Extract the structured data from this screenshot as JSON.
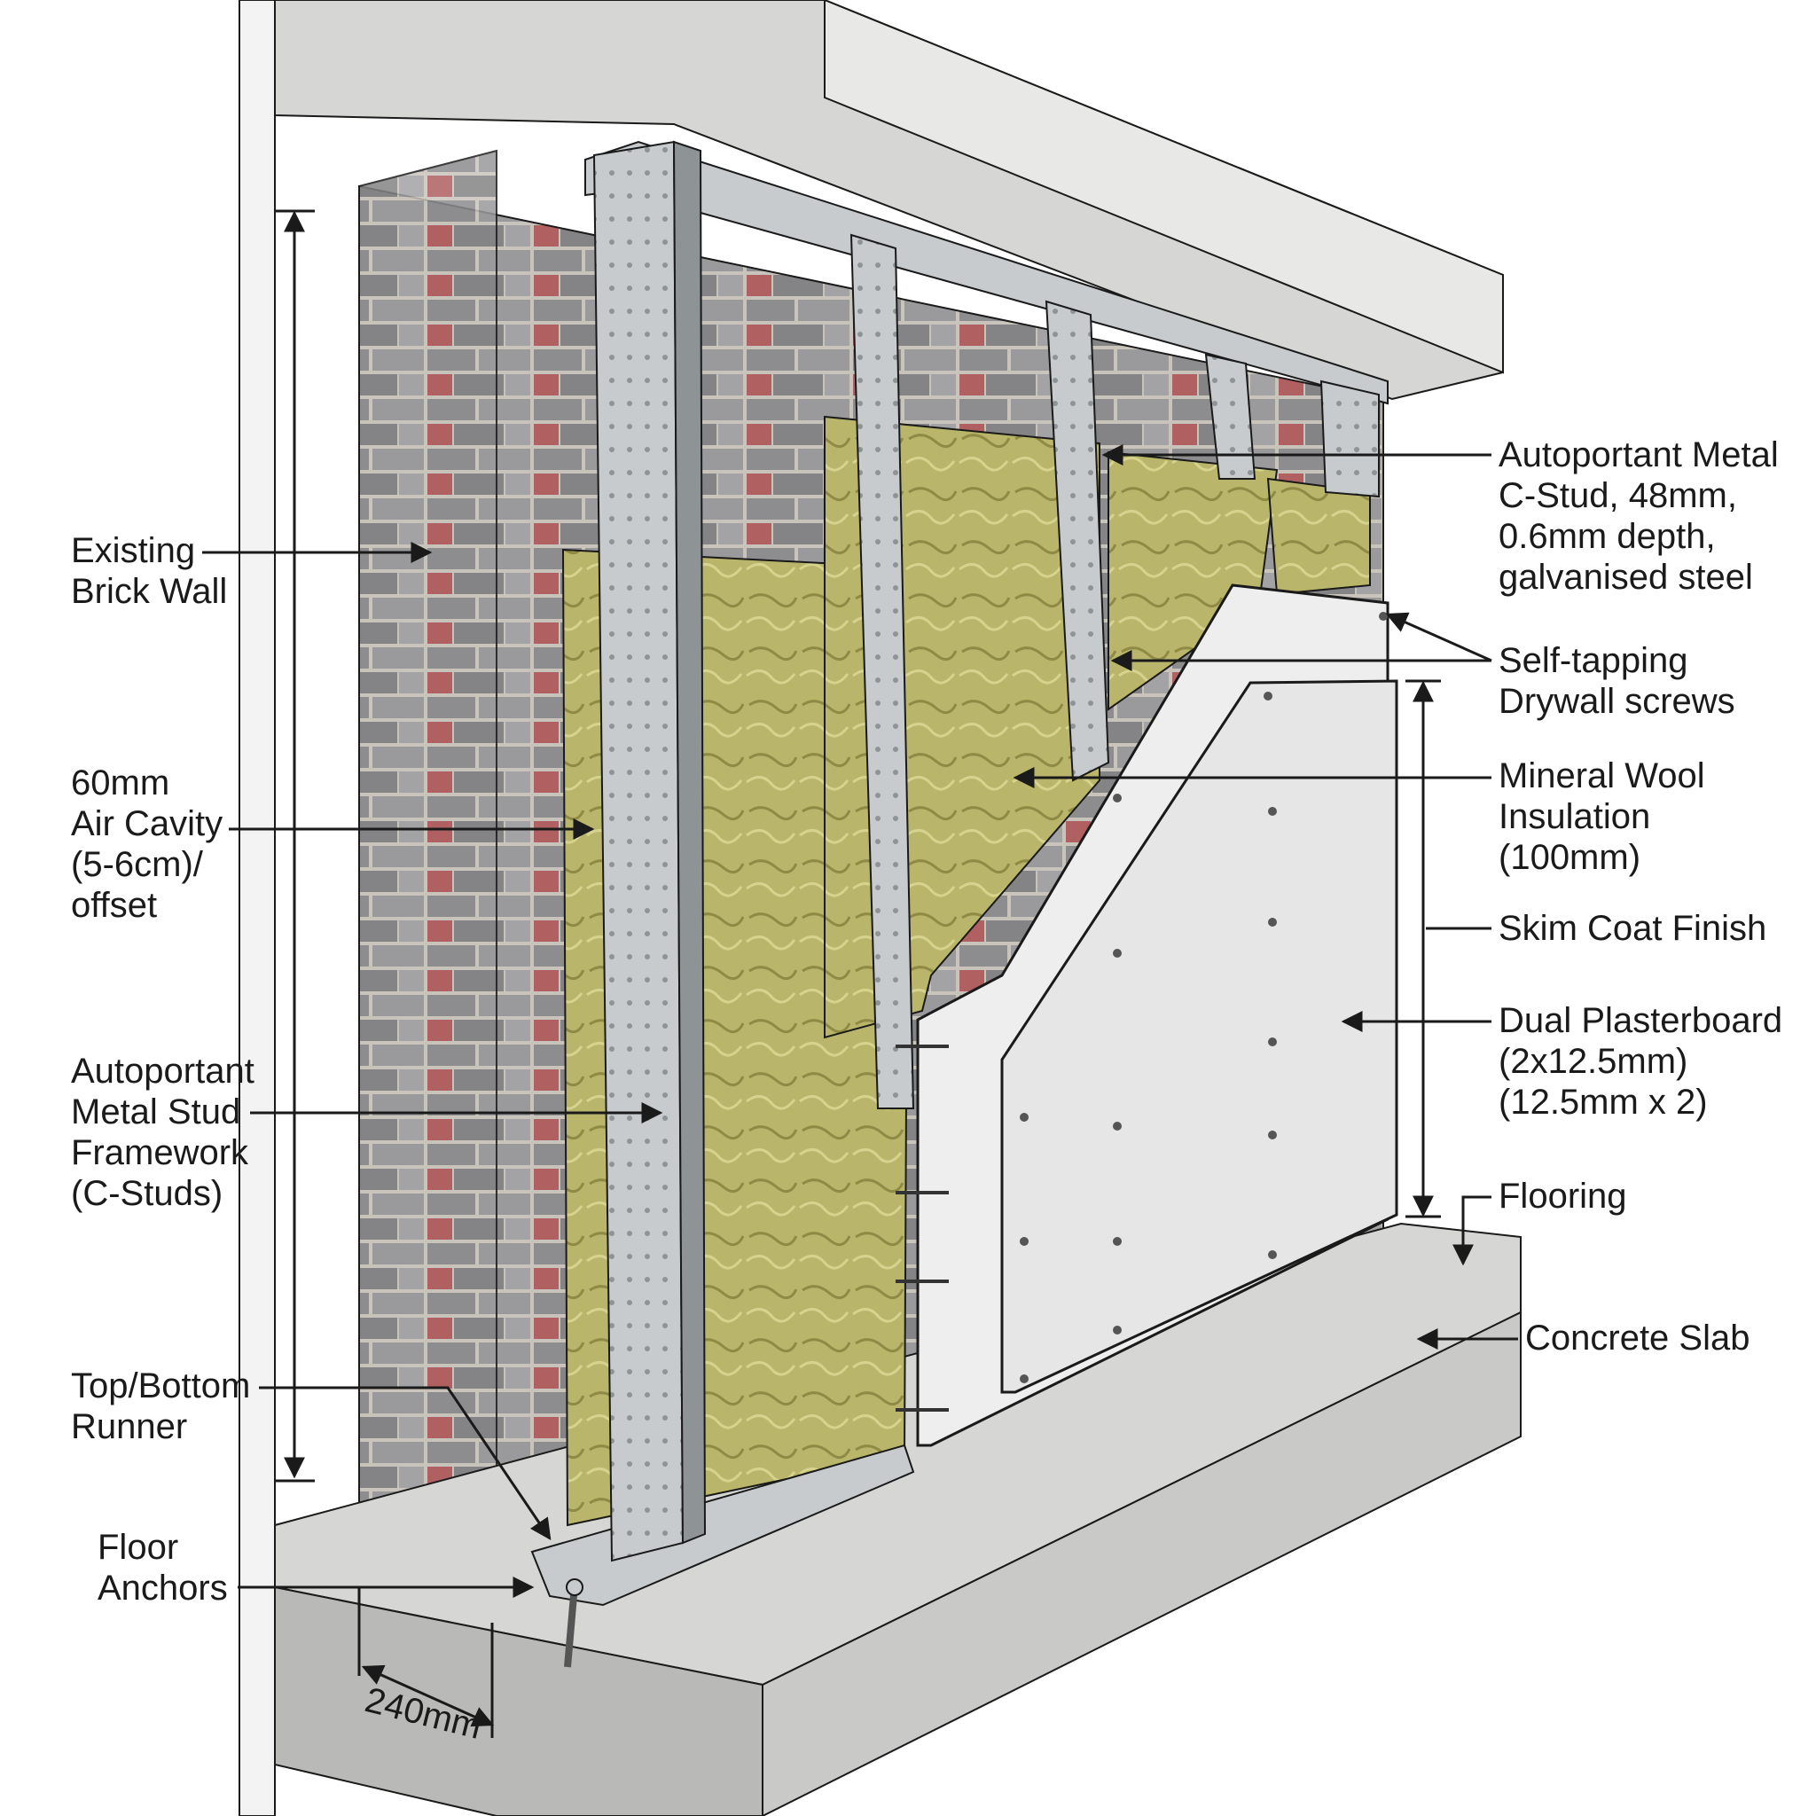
{
  "labels": {
    "existing_brick_wall": [
      "Existing",
      "Brick Wall"
    ],
    "air_cavity": [
      "60mm",
      "Air Cavity",
      "(5-6cm)/",
      "offset"
    ],
    "stud_framework": [
      "Autoportant",
      "Metal Stud",
      "Framework",
      "(C-Studs)"
    ],
    "runner": [
      "Top/Bottom",
      "Runner"
    ],
    "floor_anchors": [
      "Floor",
      "Anchors"
    ],
    "c_stud": [
      "Autoportant Metal",
      "C-Stud, 48mm,",
      "0.6mm depth,",
      "galvanised steel"
    ],
    "screws": [
      "Self-tapping",
      "Drywall screws"
    ],
    "mineral_wool": [
      "Mineral Wool",
      "Insulation",
      "(100mm)"
    ],
    "skim_coat": "Skim Coat Finish",
    "plasterboard": [
      "Dual Plasterboard",
      "(2x12.5mm)",
      "(12.5mm x 2)"
    ],
    "flooring": "Flooring",
    "concrete_slab": "Concrete Slab",
    "wall_thickness": "240mm"
  },
  "colors": {
    "concrete": "#d6d6d4",
    "concrete_dark": "#b9b9b7",
    "brick_grey": "#8d8d8f",
    "brick_red": "#b06060",
    "mortar": "#c9c4bb",
    "steel": "#c7cbcd",
    "steel_dark": "#8e9396",
    "insulation": "#b9b56a",
    "insulation_dark": "#8f8a45",
    "plasterboard": "#e6e6e6",
    "line": "#1a1a1a"
  }
}
